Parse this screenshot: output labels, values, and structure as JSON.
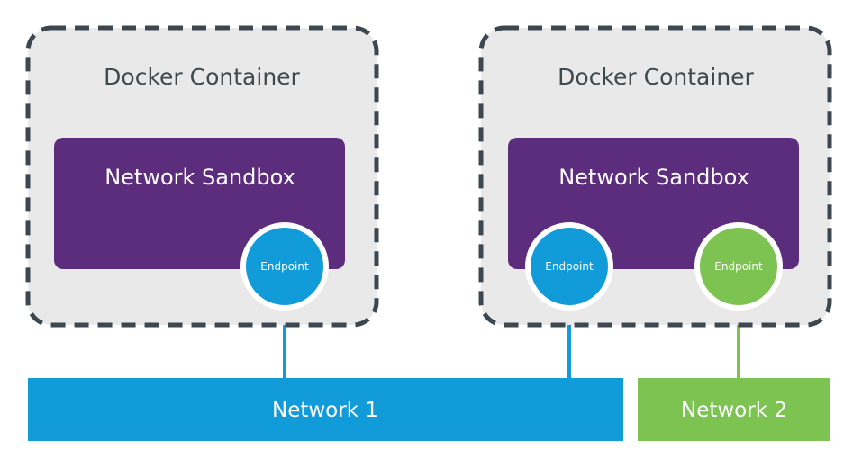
{
  "colors": {
    "container_fill": "#e9e9ea",
    "container_border": "#3c4750",
    "sandbox_fill": "#5c2d7d",
    "network1": "#129bd9",
    "network2": "#7cc352",
    "endpoint_ring": "#ffffff"
  },
  "containers": [
    {
      "title": "Docker Container",
      "sandbox": {
        "title": "Network Sandbox",
        "endpoints": [
          {
            "label": "Endpoint",
            "network": "network1"
          }
        ]
      }
    },
    {
      "title": "Docker Container",
      "sandbox": {
        "title": "Network Sandbox",
        "endpoints": [
          {
            "label": "Endpoint",
            "network": "network1"
          },
          {
            "label": "Endpoint",
            "network": "network2"
          }
        ]
      }
    }
  ],
  "networks": [
    {
      "id": "network1",
      "label": "Network 1"
    },
    {
      "id": "network2",
      "label": "Network 2"
    }
  ]
}
